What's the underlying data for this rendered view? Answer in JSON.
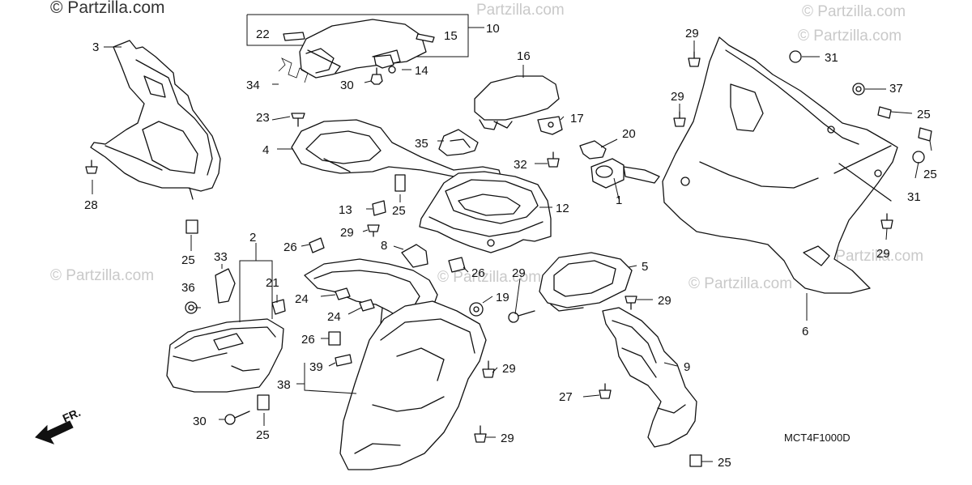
{
  "watermarks": {
    "main": "© Partzilla.com",
    "faint_1": "Partzilla.com",
    "faint_2": "© Partzilla.com",
    "faint_3": "© Partzilla.com",
    "faint_4": "© Partzilla.com",
    "faint_5": "© Partzilla.com",
    "faint_6": "© Partzilla.com",
    "faint_7": "© Partzilla.com"
  },
  "diagram_code": "MCT4F1000D",
  "front_arrow_label": "FR.",
  "callouts": {
    "c1": "1",
    "c2": "2",
    "c3": "3",
    "c4": "4",
    "c5": "5",
    "c6": "6",
    "c8": "8",
    "c9": "9",
    "c10": "10",
    "c12": "12",
    "c13": "13",
    "c14": "14",
    "c15": "15",
    "c16": "16",
    "c17": "17",
    "c19": "19",
    "c20": "20",
    "c21": "21",
    "c22": "22",
    "c23": "23",
    "c24a": "24",
    "c24b": "24",
    "c25a": "25",
    "c25b": "25",
    "c25c": "25",
    "c25d": "25",
    "c25e": "25",
    "c25f": "25",
    "c26a": "26",
    "c26b": "26",
    "c26c": "26",
    "c27": "27",
    "c28": "28",
    "c29a": "29",
    "c29b": "29",
    "c29c": "29",
    "c29d": "29",
    "c29e": "29",
    "c29f": "29",
    "c29g": "29",
    "c29h": "29",
    "c30a": "30",
    "c30b": "30",
    "c31a": "31",
    "c31b": "31",
    "c32": "32",
    "c33": "33",
    "c34": "34",
    "c35": "35",
    "c36": "36",
    "c37": "37",
    "c38": "38",
    "c39": "39"
  }
}
